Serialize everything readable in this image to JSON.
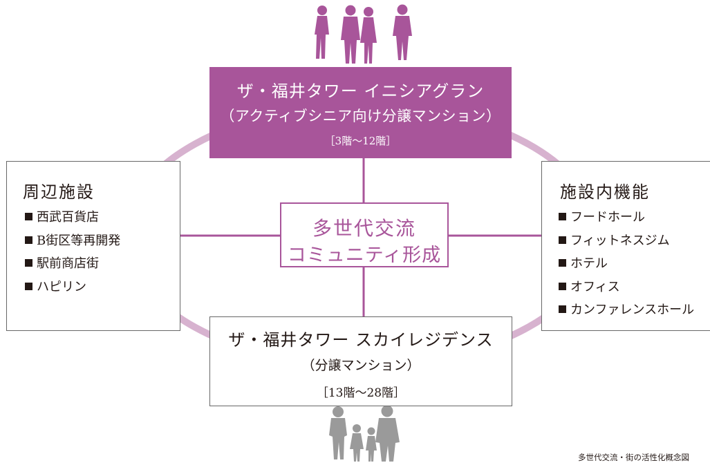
{
  "colors": {
    "accent": "#a8559a",
    "ring": "#d7b2cf",
    "silhouette_top": "#a8559a",
    "silhouette_bottom": "#9a9a9a",
    "text": "#231815"
  },
  "top_box": {
    "title": "ザ・福井タワー イニシアグラン",
    "subtitle": "（アクティブシニア向け分譲マンション）",
    "floors": "［3階～12階］"
  },
  "center_box": {
    "line1": "多世代交流",
    "line2": "コミュニティ形成"
  },
  "left_box": {
    "title": "周辺施設",
    "items": [
      "西武百貨店",
      "B街区等再開発",
      "駅前商店街",
      "ハピリン"
    ]
  },
  "right_box": {
    "title": "施設内機能",
    "items": [
      "フードホール",
      "フィットネスジム",
      "ホテル",
      "オフィス",
      "カンファレンスホール"
    ]
  },
  "bottom_box": {
    "title": "ザ・福井タワー スカイレジデンス",
    "subtitle": "（分譲マンション）",
    "floors": "［13階～28階］"
  },
  "caption": "多世代交流・街の活性化概念図",
  "icons": [
    "adults-silhouette-icon",
    "family-silhouette-icon",
    "square-bullet-icon"
  ]
}
